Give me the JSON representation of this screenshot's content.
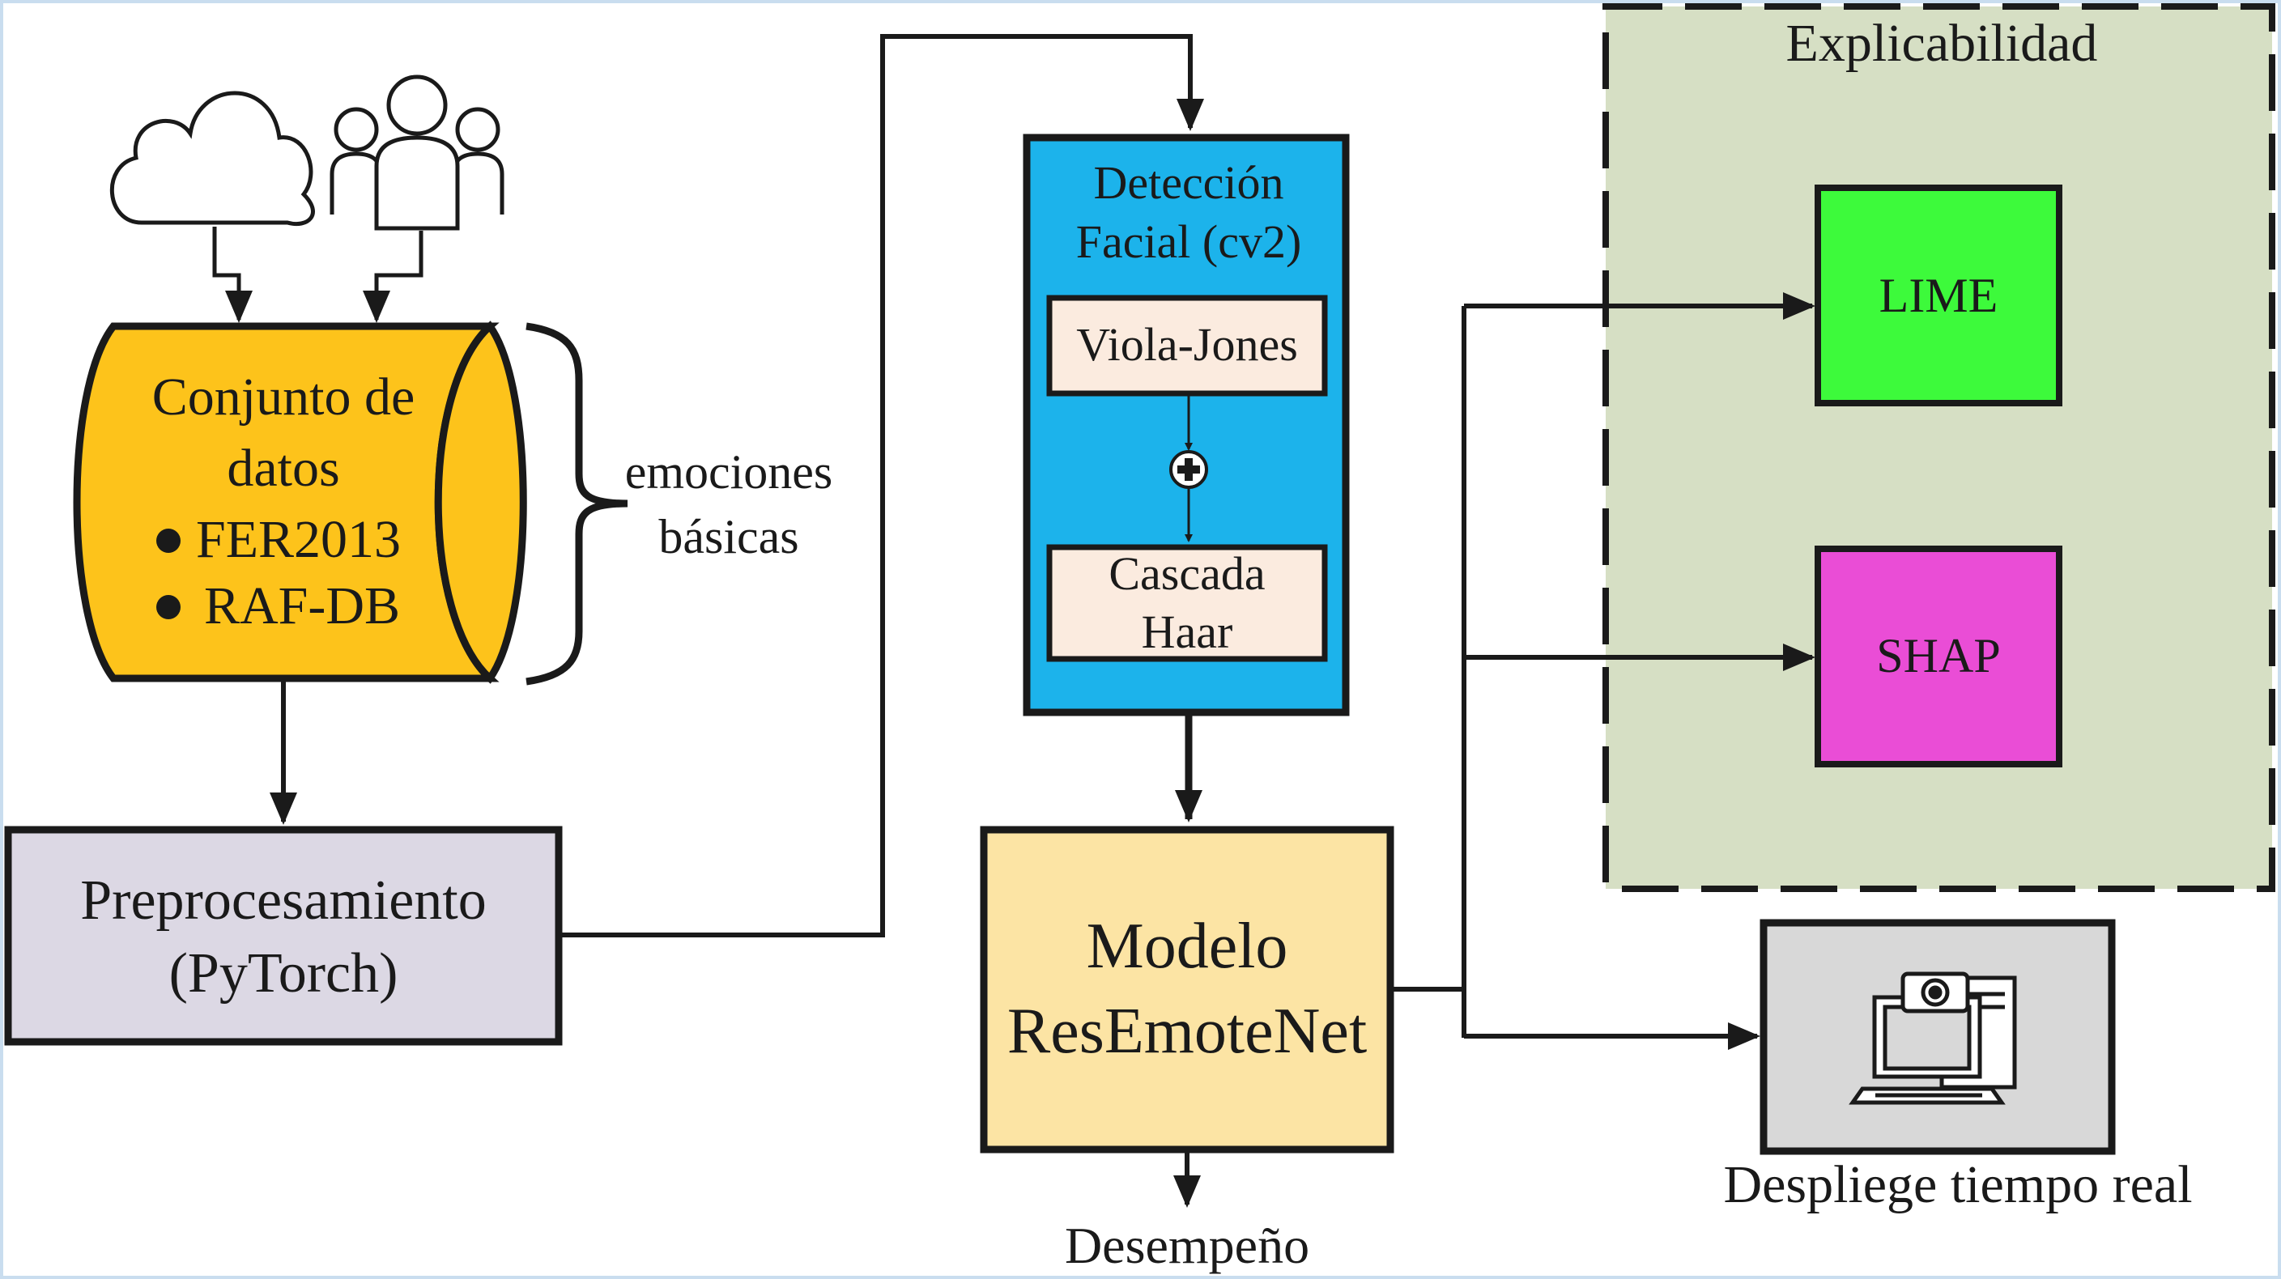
{
  "dataset": {
    "title_line1": "Conjunto de",
    "title_line2": "datos",
    "items": [
      "FER2013",
      "RAF-DB"
    ],
    "brace_label_line1": "emociones",
    "brace_label_line2": "básicas",
    "fill": "#fdc31b"
  },
  "preprocessing": {
    "line1": "Preprocesamiento",
    "line2": "(PyTorch)",
    "fill": "#dcd8e4"
  },
  "face_detection": {
    "title_line1": "Detección",
    "title_line2": "Facial (cv2)",
    "fill": "#1cb3eb",
    "step1": "Viola-Jones",
    "step2_line1": "Cascada",
    "step2_line2": "Haar",
    "step_fill": "#fbebdf"
  },
  "model": {
    "line1": "Modelo",
    "line2": "ResEmoteNet",
    "fill": "#fce4a4",
    "output_label": "Desempeño"
  },
  "explainability": {
    "title": "Explicabilidad",
    "fill": "#d6dfc4",
    "lime": {
      "label": "LIME",
      "fill": "#3dfa3b"
    },
    "shap": {
      "label": "SHAP",
      "fill": "#ea4dd6"
    }
  },
  "deployment": {
    "label": "Despliege tiempo real",
    "fill": "#d8d8d8"
  },
  "icons": [
    "cloud-icon",
    "users-icon",
    "computer-icon",
    "plus-icon"
  ]
}
